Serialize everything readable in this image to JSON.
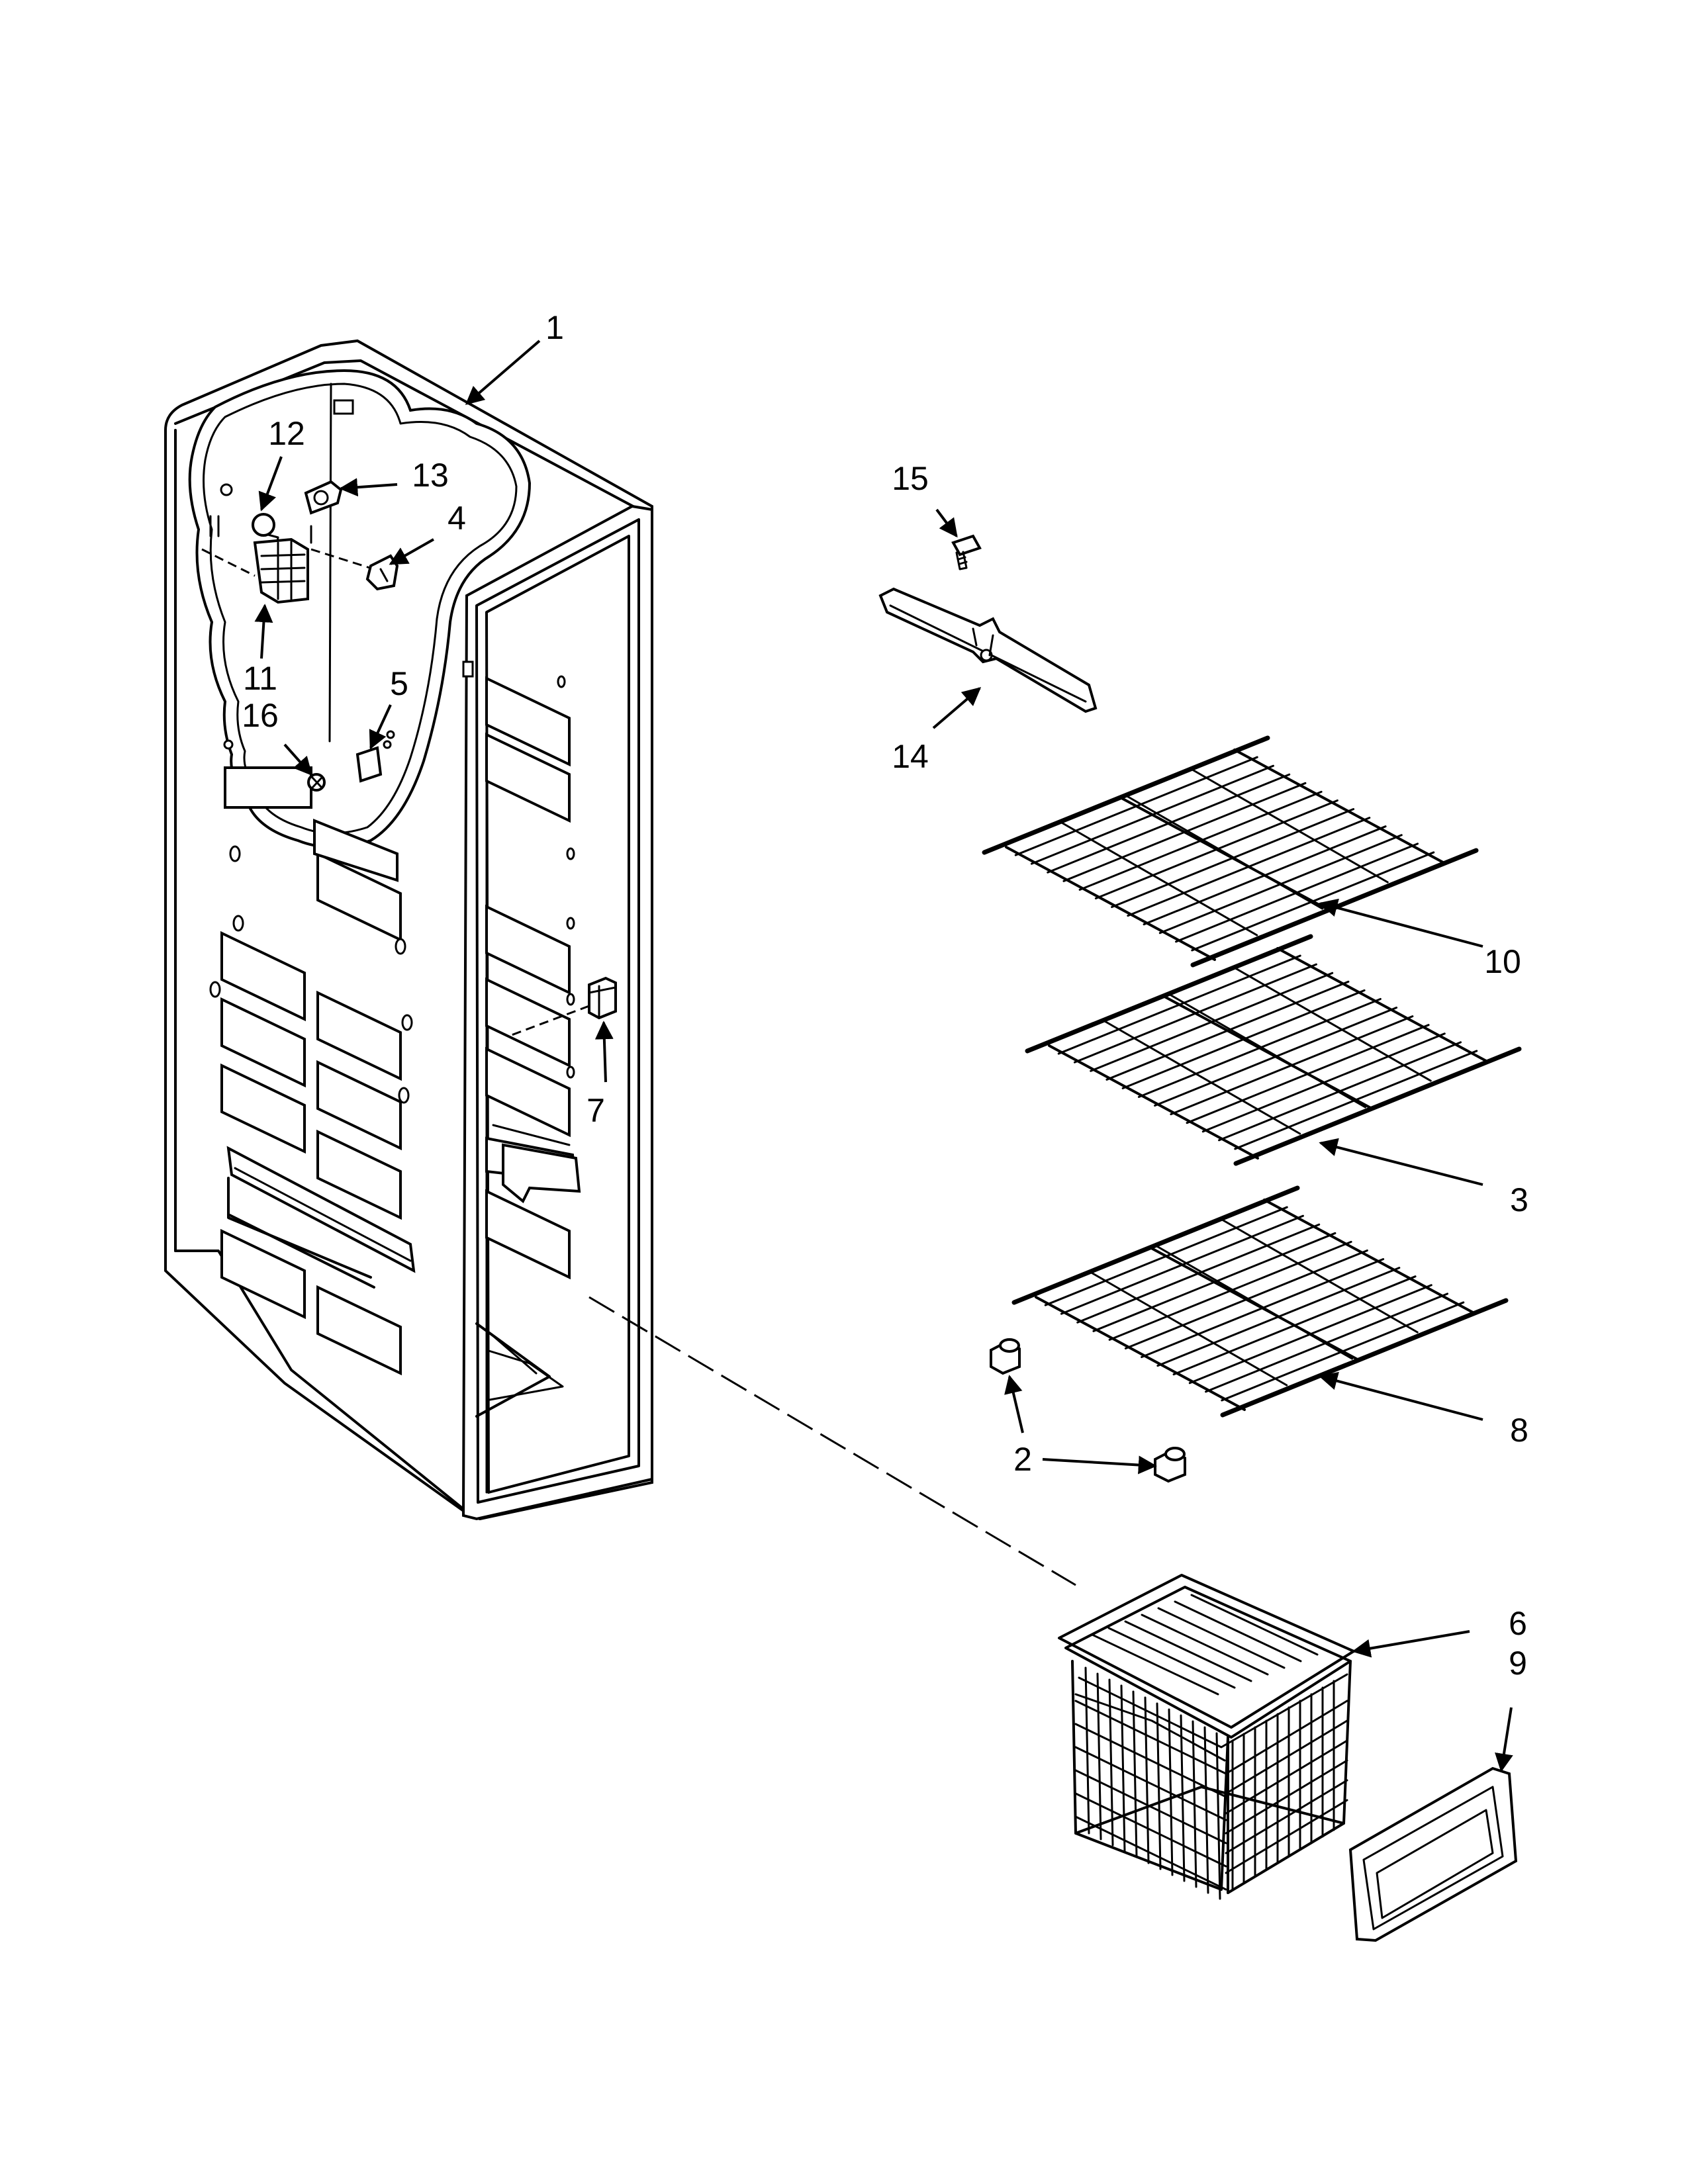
{
  "diagram": {
    "callouts": [
      "1",
      "2",
      "3",
      "4",
      "5",
      "6",
      "7",
      "8",
      "9",
      "10",
      "11",
      "12",
      "13",
      "14",
      "15",
      "16"
    ]
  },
  "colors": {
    "ink": "#000000",
    "background": "#ffffff"
  }
}
